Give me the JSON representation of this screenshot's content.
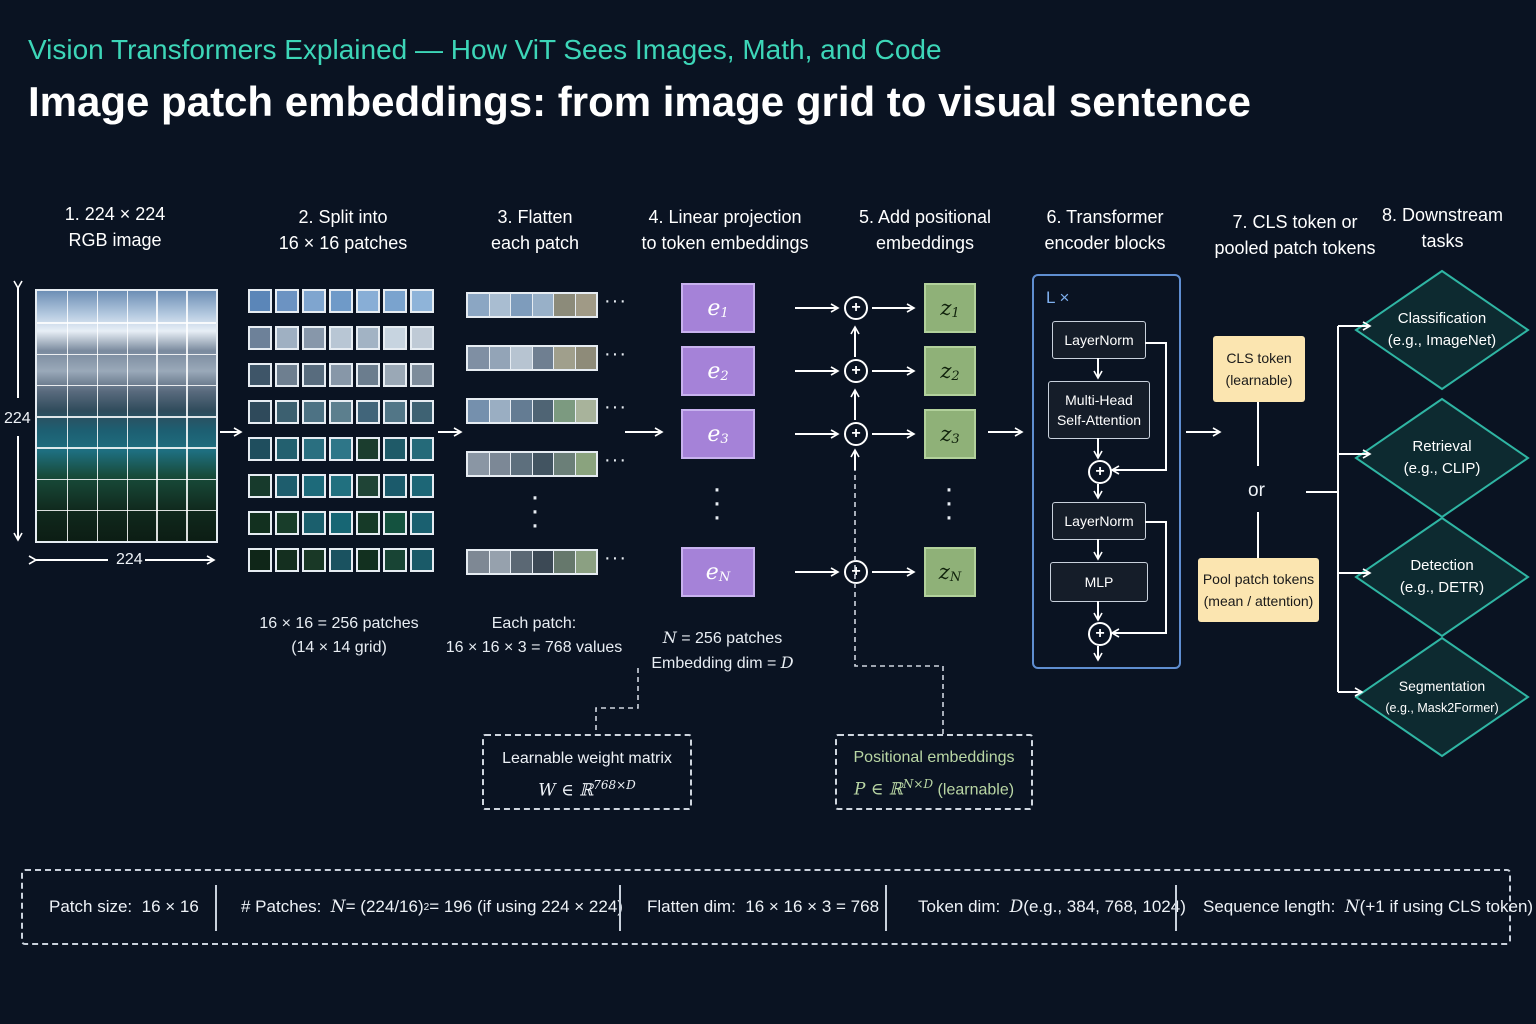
{
  "header": {
    "subtitle": "Vision Transformers Explained — How ViT Sees Images, Math, and Code",
    "title": "Image patch embeddings: from image grid to visual sentence"
  },
  "steps": {
    "s1_l1": "1. 224 × 224",
    "s1_l2": "RGB image",
    "s2_l1": "2. Split into",
    "s2_l2": "16 × 16 patches",
    "s3_l1": "3. Flatten",
    "s3_l2": "each patch",
    "s4_l1": "4. Linear projection",
    "s4_l2": "to token embeddings",
    "s5_l1": "5. Add positional",
    "s5_l2": "embeddings",
    "s6_l1": "6. Transformer",
    "s6_l2": "encoder blocks",
    "s7_l1": "7. CLS token or",
    "s7_l2": "pooled patch tokens",
    "s8_l1": "8. Downstream",
    "s8_l2": "tasks"
  },
  "image": {
    "height_label": "224",
    "width_label": "224"
  },
  "captions": {
    "patches_l1": "16 × 16 = 256 patches",
    "patches_l2": "(14 × 14 grid)",
    "flatten_l1": "Each patch:",
    "flatten_l2": "16 × 16 × 3 = 768 values",
    "proj_l1": "= 256 patches",
    "proj_l1_var": "N",
    "proj_l2": "Embedding dim = ",
    "proj_l2_var": "D"
  },
  "ellipsis": "···",
  "embeddings": {
    "e_base": "e",
    "e_subs": [
      "1",
      "2",
      "3",
      "N"
    ],
    "z_base": "z",
    "z_subs": [
      "1",
      "2",
      "3",
      "N"
    ]
  },
  "plus_symbol": "+",
  "encoder": {
    "repeat_label": "L ×",
    "layernorm1": "LayerNorm",
    "mhsa_l1": "Multi-Head",
    "mhsa_l2": "Self-Attention",
    "layernorm2": "LayerNorm",
    "mlp": "MLP"
  },
  "pooling": {
    "cls_l1": "CLS token",
    "cls_l2": "(learnable)",
    "or": "or",
    "pool_l1": "Pool patch tokens",
    "pool_l2": "(mean / attention)"
  },
  "tasks": [
    {
      "l1": "Classification",
      "l2": "(e.g., ImageNet)"
    },
    {
      "l1": "Retrieval",
      "l2": "(e.g., CLIP)"
    },
    {
      "l1": "Detection",
      "l2": "(e.g., DETR)"
    },
    {
      "l1": "Segmentation",
      "l2": "(e.g., Mask2Former)"
    }
  ],
  "notes": {
    "weight_title": "Learnable weight matrix",
    "weight_math_var": "W ∈ ℝ",
    "weight_math_sup": "768×D",
    "pos_title": "Positional embeddings",
    "pos_math_var": "P ∈ ℝ",
    "pos_math_sup": "N×D",
    "pos_suffix": " (learnable)"
  },
  "footer": {
    "patch_label": "Patch size:",
    "patch_value": "16 × 16",
    "npatch_label": "# Patches:",
    "npatch_var": "N",
    "npatch_value_a": " = (224/16)",
    "npatch_sup": "2",
    "npatch_value_b": " = 196 (if using 224 × 224)",
    "flat_label": "Flatten dim:",
    "flat_value": "16 × 16 × 3 = 768",
    "token_label": "Token dim:",
    "token_var": "D",
    "token_value": " (e.g., 384, 768, 1024)",
    "seq_label": "Sequence length:",
    "seq_var": "N",
    "seq_value": " (+1 if using CLS token)"
  },
  "colors": {
    "background": "#0a1322",
    "accent_teal": "#3dd6b8",
    "embedding_purple": "#a582d8",
    "positional_green": "#8fb178",
    "encoder_blue": "#5f8ed1",
    "pool_yellow": "#fbe5b0",
    "task_teal": "#1b6e6a"
  }
}
